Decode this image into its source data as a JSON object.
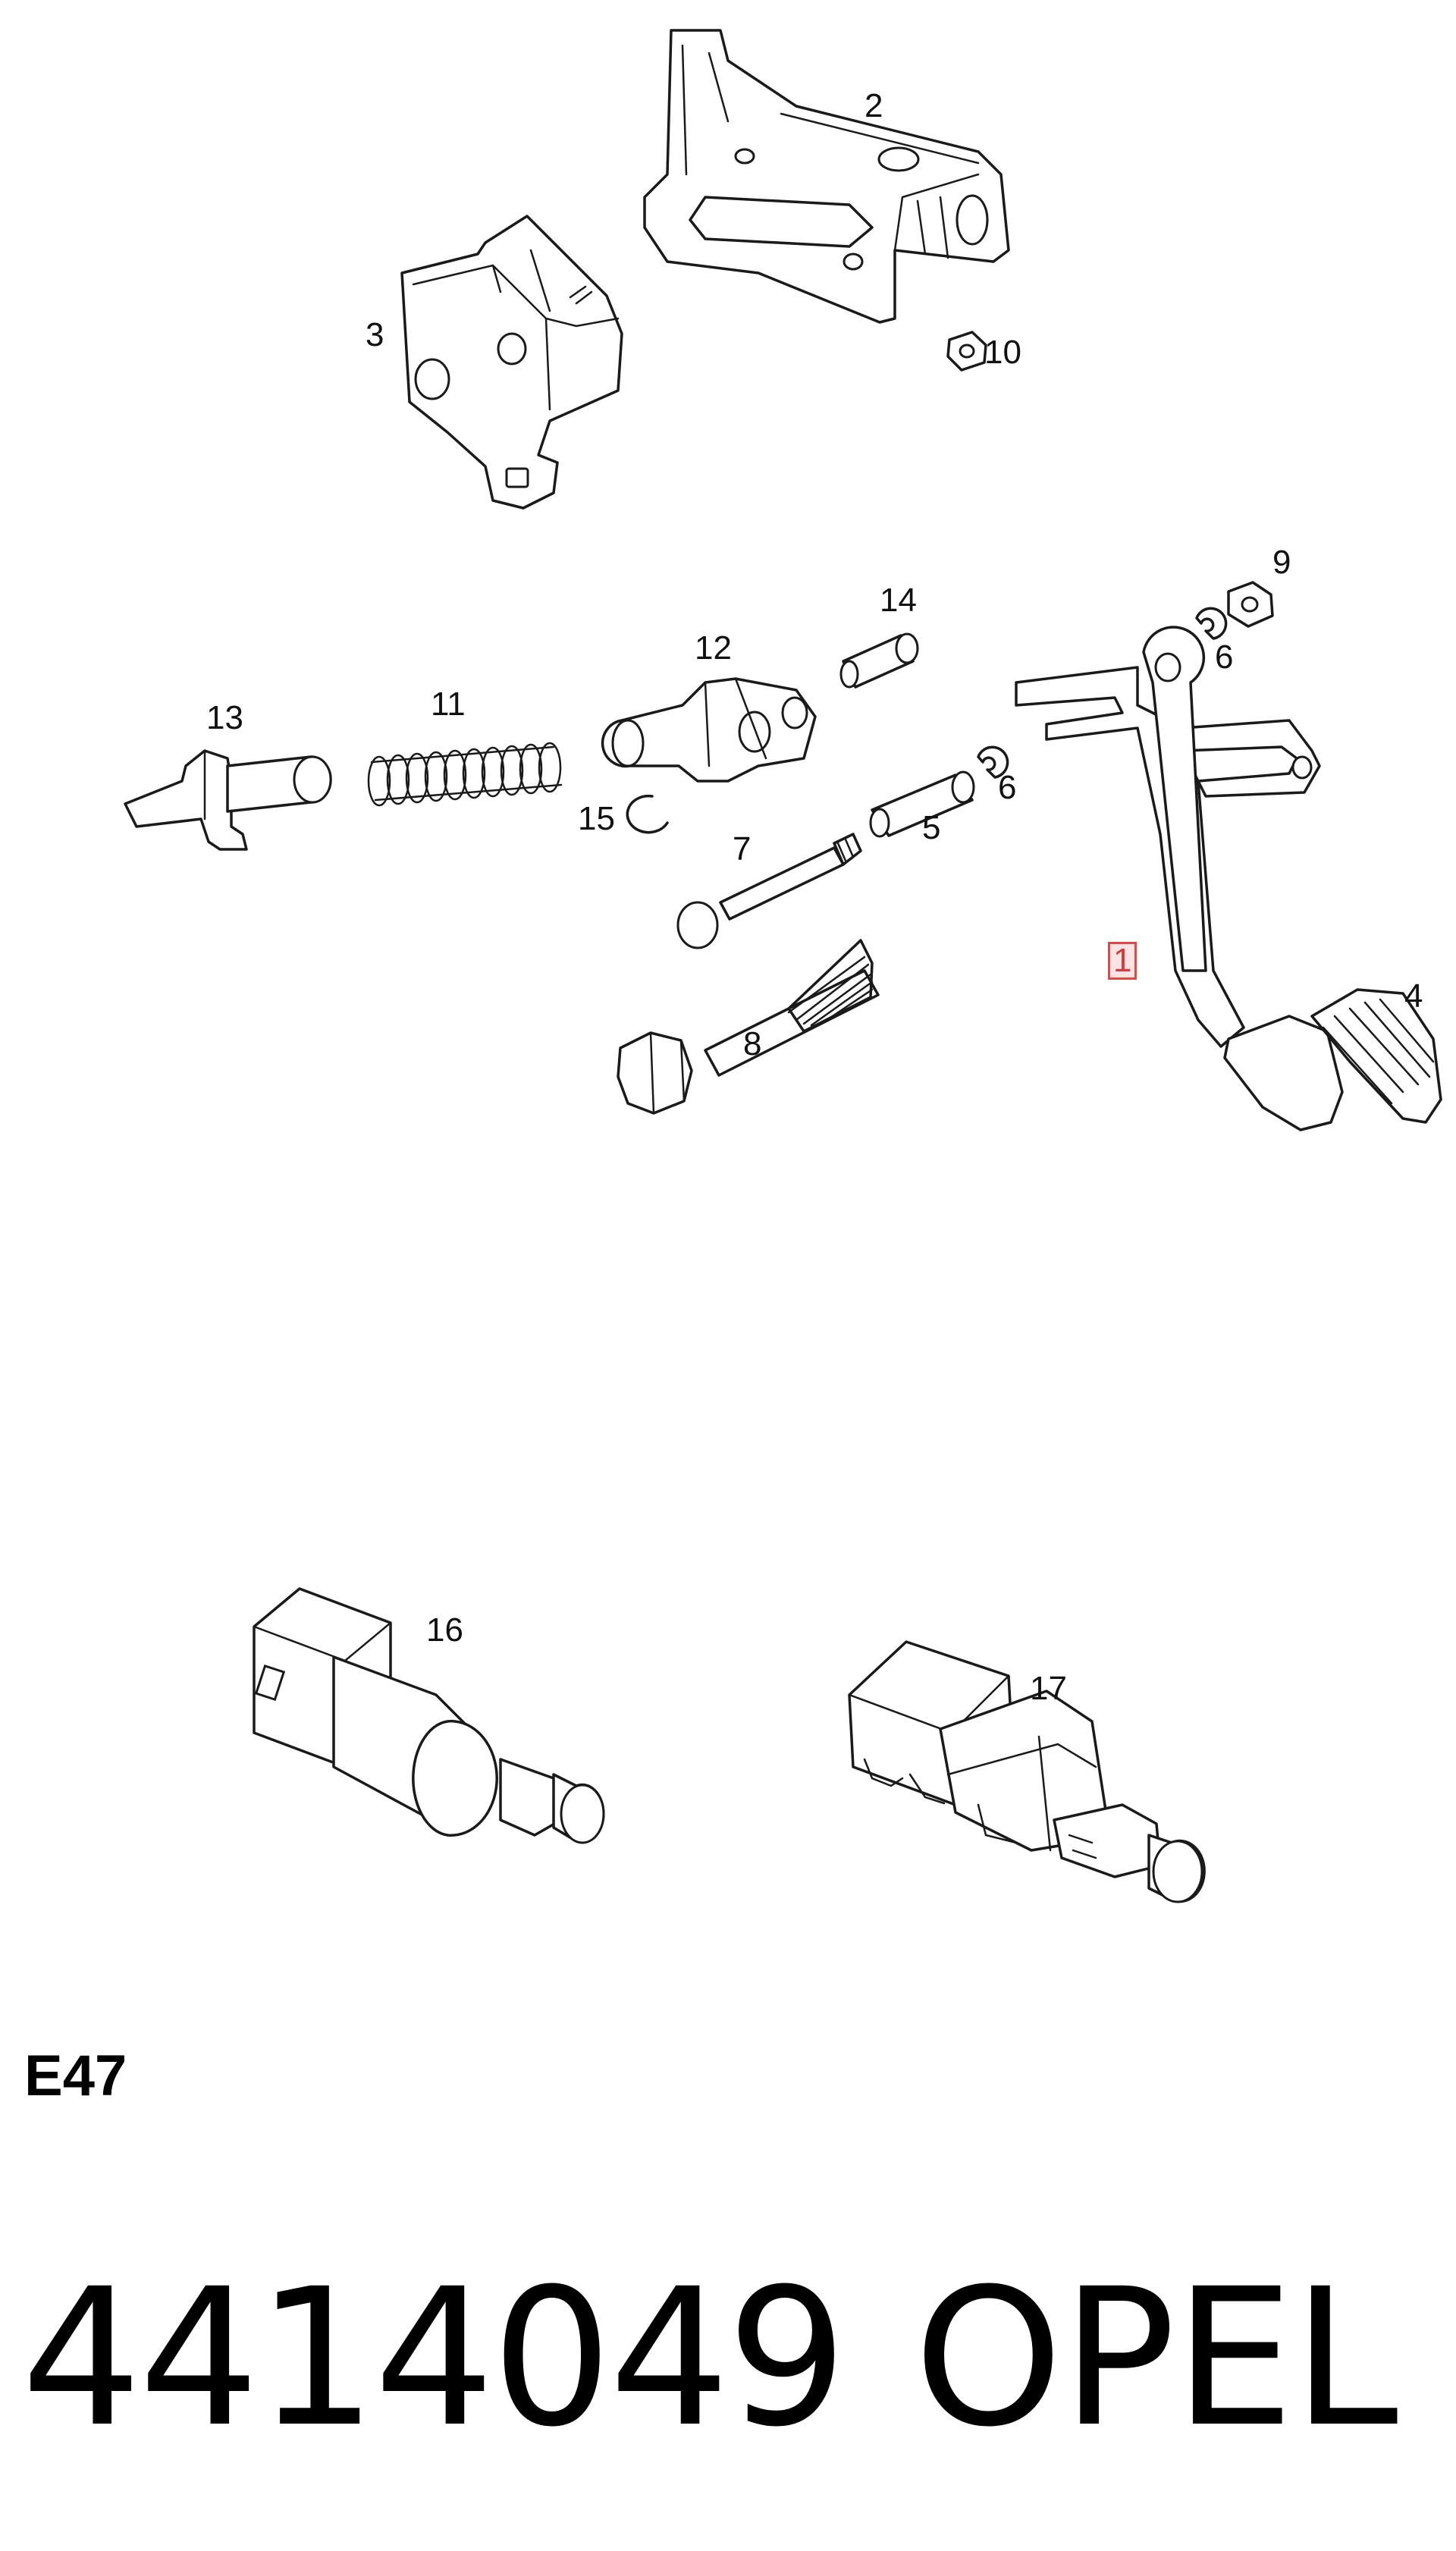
{
  "diagram": {
    "callouts": [
      {
        "id": "c2",
        "label": "2",
        "highlighted": false
      },
      {
        "id": "c3",
        "label": "3",
        "highlighted": false
      },
      {
        "id": "c10",
        "label": "10",
        "highlighted": false
      },
      {
        "id": "c14",
        "label": "14",
        "highlighted": false
      },
      {
        "id": "c9",
        "label": "9",
        "highlighted": false
      },
      {
        "id": "c6a",
        "label": "6",
        "highlighted": false
      },
      {
        "id": "c13",
        "label": "13",
        "highlighted": false
      },
      {
        "id": "c11",
        "label": "11",
        "highlighted": false
      },
      {
        "id": "c12",
        "label": "12",
        "highlighted": false
      },
      {
        "id": "c6b",
        "label": "6",
        "highlighted": false
      },
      {
        "id": "c15",
        "label": "15",
        "highlighted": false
      },
      {
        "id": "c7",
        "label": "7",
        "highlighted": false
      },
      {
        "id": "c5",
        "label": "5",
        "highlighted": false
      },
      {
        "id": "c1",
        "label": "1",
        "highlighted": true
      },
      {
        "id": "c4",
        "label": "4",
        "highlighted": false
      },
      {
        "id": "c8",
        "label": "8",
        "highlighted": false
      },
      {
        "id": "c16",
        "label": "16",
        "highlighted": false
      },
      {
        "id": "c17",
        "label": "17",
        "highlighted": false
      }
    ],
    "highlight_color": "#e04848"
  },
  "footer": {
    "section_code": "E47",
    "part_number": "4414049",
    "brand": "OPEL"
  }
}
